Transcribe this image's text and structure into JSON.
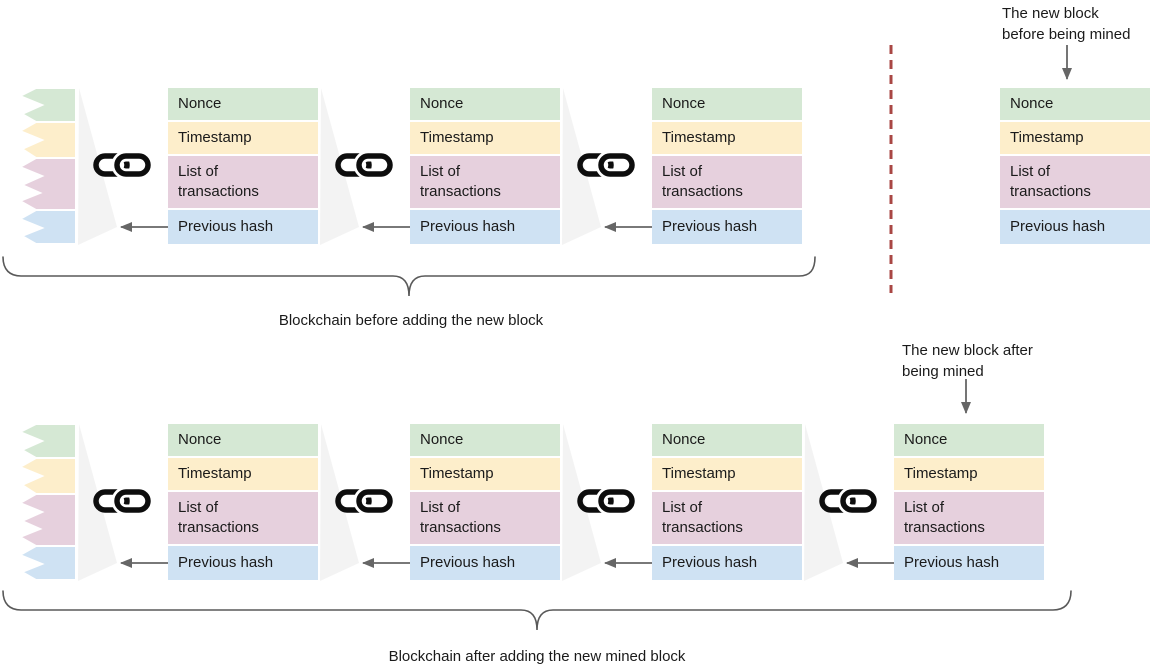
{
  "diagram": {
    "block_rows": [
      {
        "label": "Nonce"
      },
      {
        "label": "Timestamp"
      },
      {
        "label": "List of transactions"
      },
      {
        "label": "Previous hash"
      }
    ],
    "captions": {
      "before": "Blockchain before adding the new block",
      "after": "Blockchain after adding the new mined block"
    },
    "annotations": {
      "before": {
        "line1": "The new block",
        "line2": "before being mined"
      },
      "after": {
        "line1": "The new block after",
        "line2": "being mined"
      }
    },
    "icons": {
      "link": "chain-link-icon",
      "arrowhead": "arrowhead-icon"
    }
  },
  "colors": {
    "nonce": "#d5e8d4",
    "timestamp": "#fdeecb",
    "transactions": "#e6d0dd",
    "previous_hash": "#cfe2f3",
    "triangle": "#f3f3f3",
    "arrow": "#666666",
    "link_icon": "#0d0d0d",
    "dashed_divider": "#a94744",
    "brace": "#595959",
    "text": "#1a1a1a"
  }
}
